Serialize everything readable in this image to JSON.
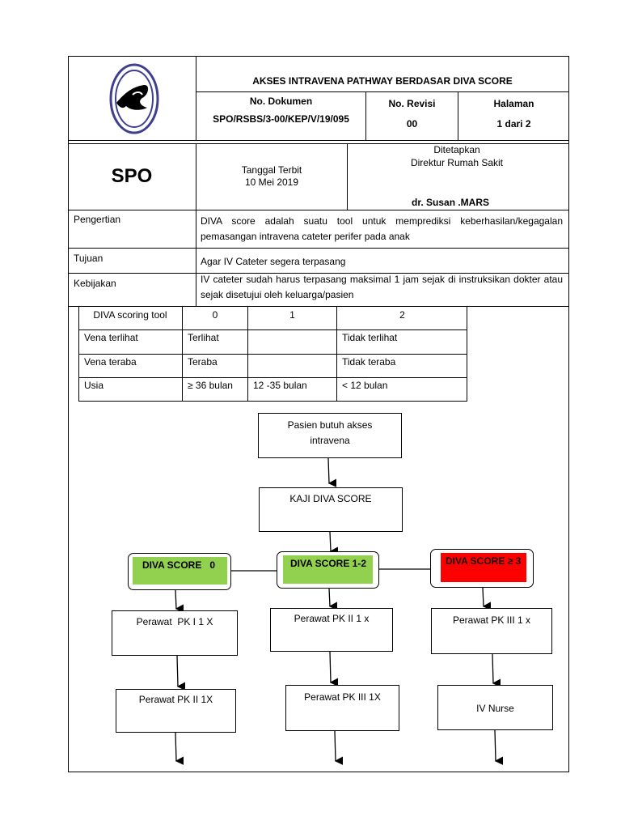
{
  "header": {
    "title": "AKSES INTRAVENA PATHWAY BERDASAR DIVA SCORE",
    "doc_no_label": "No. Dokumen",
    "doc_no_value": "SPO/RSBS/3-00/KEP/V/19/095",
    "rev_label": "No. Revisi",
    "rev_value": "00",
    "page_label": "Halaman",
    "page_value": "1 dari 2",
    "spo": "SPO",
    "issued_label": "Tanggal Terbit",
    "issued_date": "10 Mei 2019",
    "set_label": "Ditetapkan",
    "set_by": "Direktur Rumah Sakit",
    "director": "dr. Susan .MARS"
  },
  "sections": {
    "pengertian_label": "Pengertian",
    "pengertian_text": "DIVA score adalah suatu tool untuk memprediksi keberhasilan/kegagalan pemasangan intravena cateter perifer pada anak",
    "tujuan_label": "Tujuan",
    "tujuan_text": "Agar IV Cateter segera terpasang",
    "kebijakan_label": "Kebijakan",
    "kebijakan_text": "IV cateter sudah harus terpasang maksimal 1 jam sejak di instruksikan dokter atau sejak disetujui oleh keluarga/pasien"
  },
  "diva_table": {
    "headers": [
      "DIVA scoring tool",
      "0",
      "1",
      "2"
    ],
    "rows": [
      [
        "Vena terlihat",
        "Terlihat",
        "",
        "Tidak terlihat"
      ],
      [
        "Vena teraba",
        "Teraba",
        "",
        "Tidak teraba"
      ],
      [
        "Usia",
        "≥ 36 bulan",
        "12 -35 bulan",
        "< 12 bulan"
      ]
    ]
  },
  "flow": {
    "start": "Pasien butuh akses intravena",
    "assess": "KAJI DIVA SCORE",
    "score0": "DIVA SCORE   0",
    "score12": "DIVA SCORE 1-2",
    "score3": "DIVA SCORE ≥ 3",
    "pk1": "Perawat  PK I 1 X",
    "pk2a": "Perawat PK II 1 x",
    "pk3a": "Perawat PK III 1 x",
    "pk2b": "Perawat PK II 1X",
    "pk3b": "Perawat PK III 1X",
    "ivnurse": "IV Nurse"
  },
  "colors": {
    "score0_fill": "#92d050",
    "score12_fill": "#92d050",
    "score3_fill": "#ff0000",
    "logo": "#3f3f8f"
  }
}
